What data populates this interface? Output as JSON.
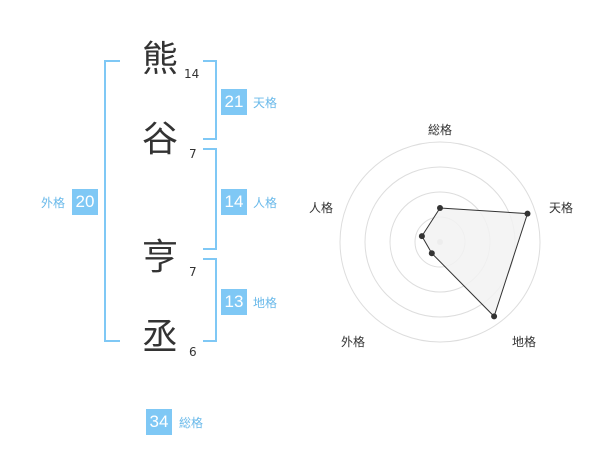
{
  "name": {
    "chars": [
      {
        "char": "熊",
        "strokes": "14"
      },
      {
        "char": "谷",
        "strokes": "7"
      },
      {
        "char": "亨",
        "strokes": "7"
      },
      {
        "char": "丞",
        "strokes": "6"
      }
    ]
  },
  "fortune": {
    "tenkaku": {
      "value": "21",
      "label": "天格"
    },
    "jinkaku": {
      "value": "14",
      "label": "人格"
    },
    "chikaku": {
      "value": "13",
      "label": "地格"
    },
    "gaikaku": {
      "value": "20",
      "label": "外格"
    },
    "soukaku": {
      "value": "34",
      "label": "総格"
    }
  },
  "chart_data": {
    "type": "radar",
    "axes": [
      "総格",
      "天格",
      "地格",
      "外格",
      "人格"
    ],
    "values": [
      0.34,
      0.92,
      0.92,
      0.14,
      0.19
    ],
    "rings": 4,
    "colors": {
      "fill": "#f2f2f2",
      "line": "#333333",
      "point": "#333333",
      "grid": "#dddddd",
      "center": "#cccccc"
    }
  },
  "colors": {
    "accent": "#7fc8f5",
    "accent_text": "#69b9ea",
    "text": "#333333"
  }
}
